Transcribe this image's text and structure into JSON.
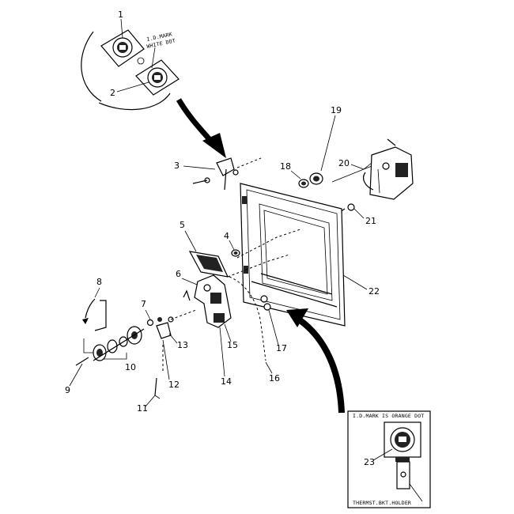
{
  "callouts": {
    "n1": "1",
    "n2": "2",
    "n3": "3",
    "n4": "4",
    "n5": "5",
    "n6": "6",
    "n7": "7",
    "n8": "8",
    "n9": "9",
    "n10": "10",
    "n11": "11",
    "n12": "12",
    "n13": "13",
    "n14": "14",
    "n15": "15",
    "n16": "16",
    "n17": "17",
    "n18": "18",
    "n19": "19",
    "n20": "20",
    "n21": "21",
    "n22": "22",
    "n23": "23"
  },
  "inset_top": {
    "note_line1": "I.D.MARK",
    "note_line2": "WHITE DOT"
  },
  "inset_bottom": {
    "title": "I.D.MARK IS ORANGE DOT",
    "holder_label": "THERMST.BKT.HOLDER"
  }
}
